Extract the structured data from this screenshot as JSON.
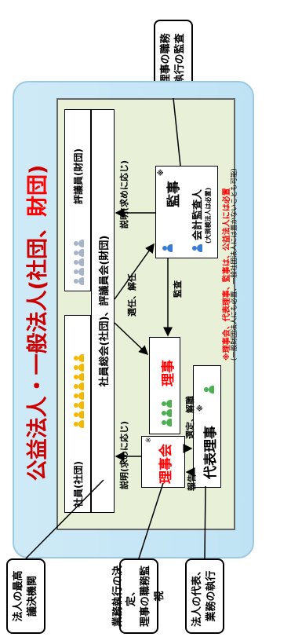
{
  "callouts": {
    "supreme": "法人の最高\n議決機関",
    "board": "業務執行の決定、\n理事の職務監視",
    "rep": "法人の代表、\n業務の執行",
    "auditor": "理事の職務\n執行の監査"
  },
  "title": {
    "main": "公益法人・一般法人(社団、",
    "red": "財団",
    "end": ")"
  },
  "members": {
    "shain": "社員(社団)",
    "hyogiin": "評議員(財団)"
  },
  "assembly": "社員総会(社団)、評議員会(財団)",
  "riji": "理事",
  "rijikai": "理事会",
  "rijikai_mark": "※",
  "daihyo": "代表理事",
  "daihyo_mark": "※",
  "kanji": "監事",
  "kanji_mark": "※",
  "kaikei": "会計監査人",
  "kaikei_note": "(大規模法人は必置)",
  "arrows": {
    "setsumei_top": "説明(求めに応じ)",
    "sennin": "選任、解任",
    "kansa": "監査",
    "sentei": "選定、解職",
    "houkoku": "報告",
    "setsumei_bottom": "説明(求めに応じ)"
  },
  "notes": {
    "note1": "※理事会、代表理事、監事は、公益法人には必置",
    "note2": "(一般財団法人にも必置、一般社団法人には置かないことも可能)"
  },
  "colors": {
    "accent_red": "#ff0000",
    "panel_blue": "#bfe3f4",
    "inner_green": "#e8f0d8",
    "person_yellow": "#f5b800",
    "person_gray": "#a8b4c8",
    "person_blue": "#3a7bd5",
    "person_green": "#4caf50"
  }
}
